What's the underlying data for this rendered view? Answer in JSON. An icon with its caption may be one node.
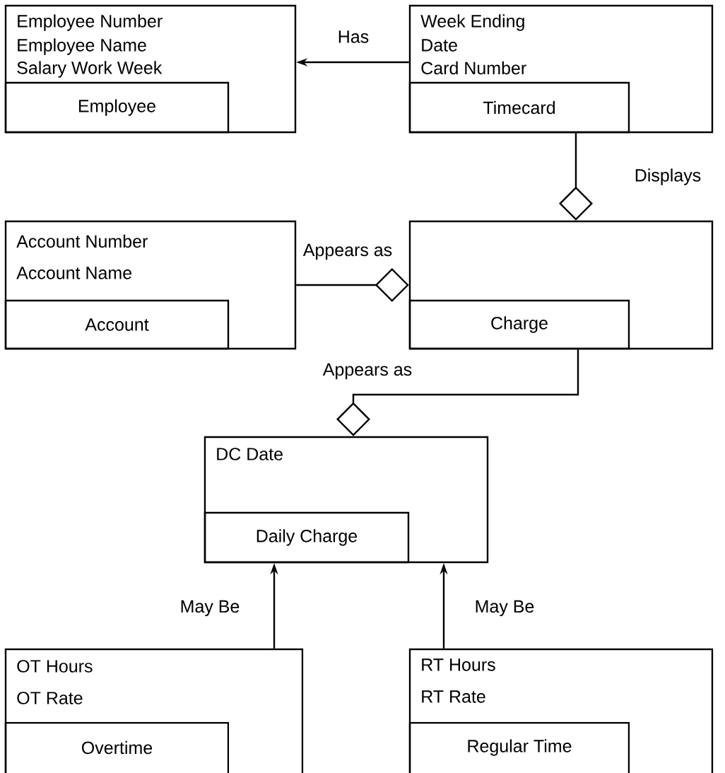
{
  "diagram": {
    "nodes": [
      {
        "text": [
          "Employee Number",
          "Employee Name",
          "Salary Work Week"
        ]
      },
      {
        "text": [
          "Employee"
        ],
        "in": 0
      },
      {
        "text": [
          "Week Ending",
          "Date",
          "Card Number"
        ]
      },
      {
        "text": [
          "Timecard"
        ],
        "in": 2
      },
      {
        "text": [
          "Account Number",
          "Account Name"
        ]
      },
      {
        "text": [
          "Account"
        ],
        "in": 4
      },
      {
        "text": [],
        "shape": "box"
      },
      {
        "text": [
          "Charge"
        ],
        "in": 6
      },
      {
        "text": [
          "DC Date"
        ]
      },
      {
        "text": [
          "Daily Charge"
        ],
        "in": 8
      },
      {
        "text": [
          "OT Hours",
          "OT Rate"
        ]
      },
      {
        "text": [
          "Overtime"
        ],
        "in": 10
      },
      {
        "text": [
          "RT Hours",
          "RT Rate"
        ]
      },
      {
        "text": [
          "Regular Time"
        ],
        "in": 12
      }
    ],
    "edges": [
      {
        "from": 2,
        "to": 0,
        "arrow": "to",
        "label": "Has"
      },
      {
        "from": 2,
        "to": 6,
        "arrow": "other",
        "label": "Displays"
      },
      {
        "from": 4,
        "to": 6,
        "arrow": "other",
        "label": "Appears as"
      },
      {
        "from": 6,
        "to": 8,
        "arrow": "other",
        "label": "Appears as"
      },
      {
        "from": 10,
        "to": 8,
        "arrow": "to",
        "label": "May Be"
      },
      {
        "from": 12,
        "to": 8,
        "arrow": "to",
        "label": "May Be"
      }
    ]
  }
}
